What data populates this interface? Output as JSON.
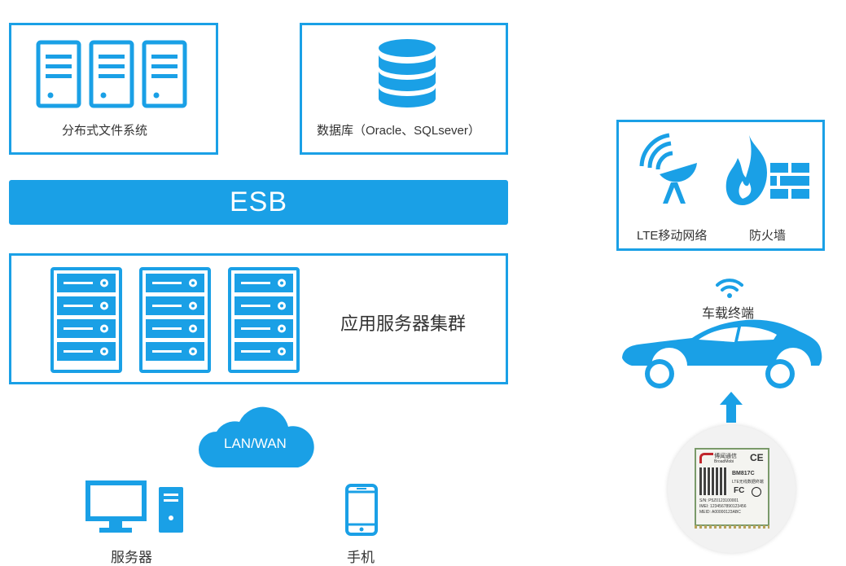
{
  "storage": {
    "dfs_label": "分布式文件系统",
    "db_label": "数据库（Oracle、SQLsever）"
  },
  "bus": {
    "label": "ESB"
  },
  "cluster": {
    "label": "应用服务器集群"
  },
  "network": {
    "cloud_label": "LAN/WAN"
  },
  "clients": {
    "server_label": "服务器",
    "phone_label": "手机"
  },
  "vehicle_side": {
    "lte_label": "LTE移动网络",
    "firewall_label": "防火墙",
    "terminal_label": "车载终端"
  },
  "module": {
    "brand": "博闻通信",
    "brand_en": "BroadMobi",
    "model": "BM817C",
    "desc": "LTE无线数据终端",
    "sn": "S/N: P5Z0123100001",
    "imei": "IMEI: 1234567890123456",
    "meid": "MEID: A00000123ABC"
  },
  "colors": {
    "accent": "#1aa0e6"
  }
}
